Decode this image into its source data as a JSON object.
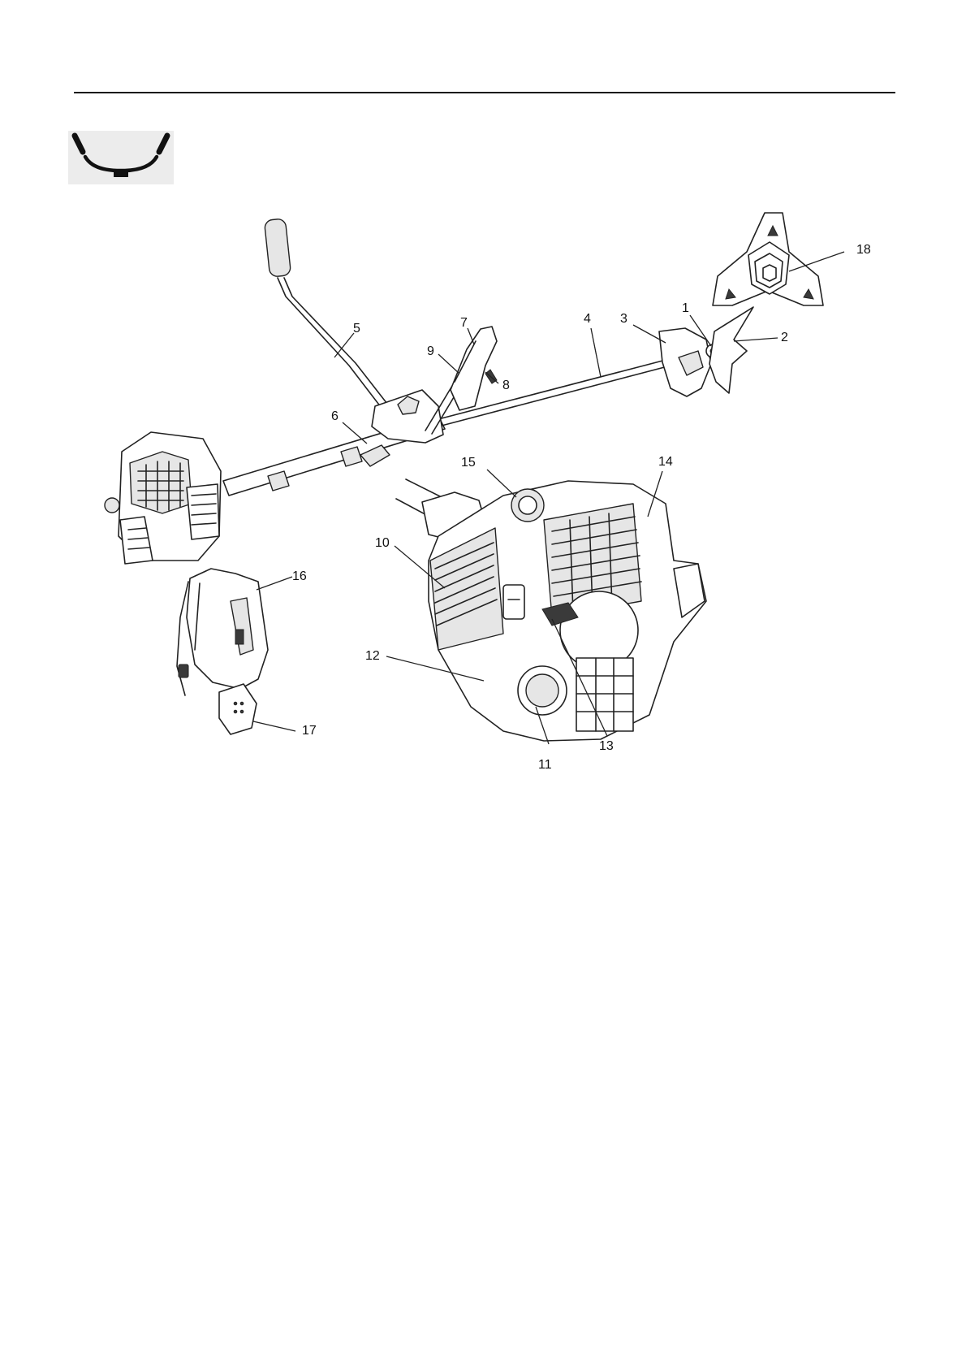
{
  "figure": {
    "callouts": [
      "1",
      "2",
      "3",
      "4",
      "5",
      "6",
      "7",
      "8",
      "9",
      "10",
      "11",
      "12",
      "13",
      "14",
      "15",
      "16",
      "17",
      "18"
    ]
  },
  "icons": {
    "bike_handle": "bike-handle-icon"
  }
}
